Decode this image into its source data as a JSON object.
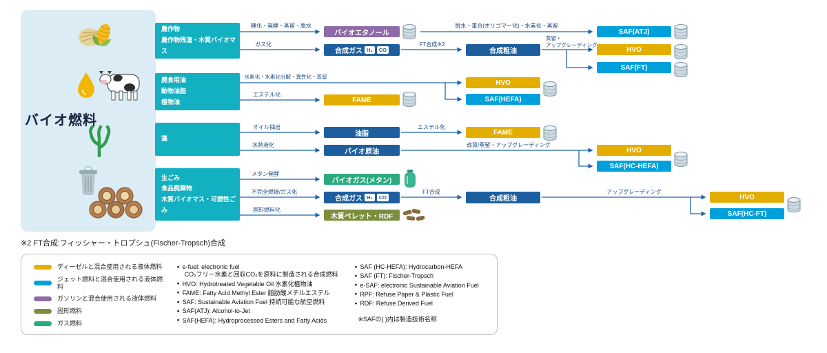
{
  "colors": {
    "source_teal": "#12b0c0",
    "dark_blue": "#1d5f9e",
    "gasoline_purple": "#8e6aa8",
    "diesel_yellow": "#e3ae00",
    "jet_blue": "#00a0dc",
    "gas_teal": "#2aaa80",
    "solid_olive": "#7c8e3d",
    "arrow_blue": "#1c64ad",
    "panel_bg": "#dcecf4"
  },
  "diagram": {
    "title": "バイオ燃料",
    "sources": [
      {
        "label": "農作物\n農作物残渣・木質バイオマス"
      },
      {
        "label": "廃食用油\n動物油脂\n植物油"
      },
      {
        "label": "藻"
      },
      {
        "label": "生ごみ\n食品廃棄物\n木質バイオマス・可燃性ごみ"
      }
    ],
    "nodes": {
      "bioethanol": "バイオエタノール",
      "syngas": "合成ガス",
      "h2_badge": "H₂",
      "co_badge": "CO",
      "fame_left": "FAME",
      "oils": "油脂",
      "bio_crude": "バイオ原油",
      "biogas": "バイオガス(メタン)",
      "syngas2": "合成ガス",
      "wood_pellet_rdf": "木質ペレット・RDF",
      "syn_crude_top": "合成粗油",
      "hvo_mid": "HVO",
      "saf_hefa": "SAF(HEFA)",
      "fame_mid": "FAME",
      "syn_crude_bottom": "合成粗油",
      "saf_atj": "SAF(ATJ)",
      "hvo_top_right": "HVO",
      "saf_ft": "SAF(FT)",
      "hvo_right": "HVO",
      "saf_hc_hefa": "SAF(HC-HEFA)",
      "hvo_far_right": "HVO",
      "saf_hc_ft": "SAF(HC-FT)"
    },
    "processes": {
      "saccharify": "糖化・発酵・蒸留・脱水",
      "gasify": "ガス化",
      "dehydrate_oligomer": "脱水・重合(オリゴマー化)・水素化・蒸留",
      "ft_synthesis_note": "FT合成※2",
      "distill_upgrade": "蒸留・\nアップグレーディング",
      "hydrogenate": "水素化・水素化分解・異性化・蒸留",
      "esterify1": "エステル化",
      "oil_extract": "オイル抽出",
      "esterify2": "エステル化",
      "hydrothermal": "水熱液化",
      "reform_upgrade": "改質/蒸留・アップグレーディング",
      "methane_ferment": "メタン発酵",
      "incomplete_combustion": "不完全燃焼/ガス化",
      "ft_synthesis": "FT合成",
      "upgrade": "アップグレーディング",
      "solidify": "固形燃料化"
    },
    "footnote": "※2 FT合成:フィッシャー・トロプシュ(Fischer-Tropsch)合成"
  },
  "legend": {
    "bullet": "●",
    "fuel_types": [
      {
        "label": "ディーゼルと混合使用される液体燃料",
        "color": "#e3ae00"
      },
      {
        "label": "ジェット燃料と混合使用される液体燃料",
        "color": "#00a0dc"
      },
      {
        "label": "ガソリンと混合使用される液体燃料",
        "color": "#8e6aa8"
      },
      {
        "label": "固形燃料",
        "color": "#7c8e3d"
      },
      {
        "label": "ガス燃料",
        "color": "#2aaa80"
      }
    ],
    "definitions_col1": [
      {
        "main": "e-fuel: electronic fuel",
        "sub": "CO₂フリー水素と回収CO₂を原料に製造される合成燃料"
      },
      {
        "main": "HVO: Hydrotreated Vegetable Oil  水素化植物油"
      },
      {
        "main": "FAME: Fatty Acid Methyl Ester  脂肪酸メチルエステル"
      },
      {
        "main": "SAF: Sustainable Aviation Fuel  持続可能な航空燃料"
      },
      {
        "main": "SAF(ATJ): Alcohol-to-Jet"
      },
      {
        "main": "SAF(HEFA): Hydroprocessed Esters and Fatty Acids"
      }
    ],
    "definitions_col2": [
      {
        "main": "SAF (HC-HEFA): Hydrocarbon-HEFA"
      },
      {
        "main": "SAF (FT): Fischer-Tropsch"
      },
      {
        "main": "e-SAF: electronic Sustainable Aviation Fuel"
      },
      {
        "main": "RPF: Refuse Paper & Plastic Fuel"
      },
      {
        "main": "RDF: Refuse Derived Fuel"
      }
    ],
    "note": "※SAFの(  )内は製造技術名称"
  }
}
